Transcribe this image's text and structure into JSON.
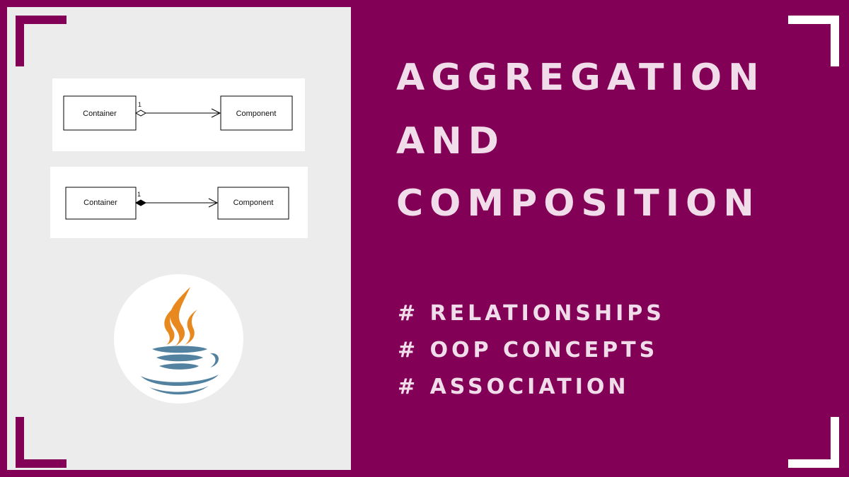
{
  "title": {
    "line1": "AGGREGATION",
    "line2": "AND",
    "line3": "COMPOSITION"
  },
  "tags": [
    "# RELATIONSHIPS",
    "# OOP CONCEPTS",
    "# ASSOCIATION"
  ],
  "diagrams": {
    "aggregation": {
      "source": "Container",
      "target": "Component",
      "multiplicity": "1",
      "diamond": "hollow"
    },
    "composition": {
      "source": "Container",
      "target": "Component",
      "multiplicity": "1",
      "diamond": "filled"
    }
  },
  "logo": {
    "icon": "java-coffee-cup-icon"
  },
  "colors": {
    "background": "#830057",
    "panel": "#ececec",
    "title_text": "#f1dcea",
    "java_orange": "#e8891f",
    "java_blue": "#5382a1"
  }
}
